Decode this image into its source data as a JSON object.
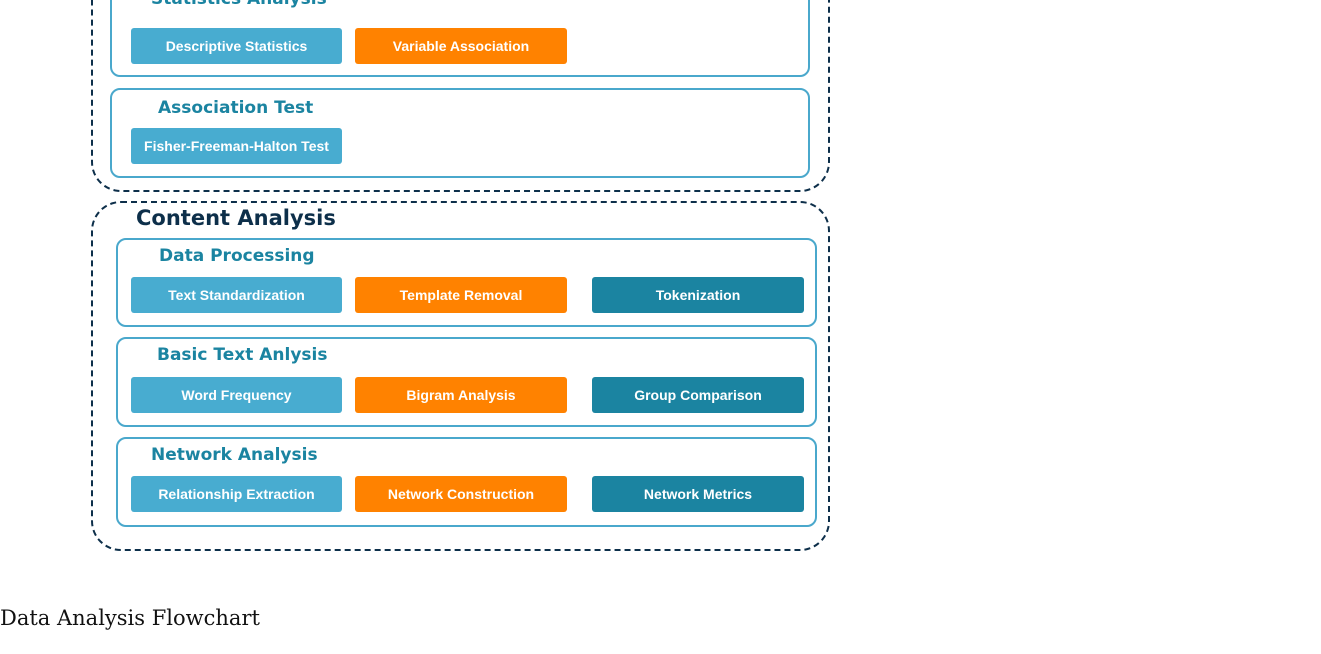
{
  "diagram": {
    "top_groups": [
      {
        "title": "Statistics Analysis",
        "items": [
          "Descriptive Statistics",
          "Variable Association"
        ]
      },
      {
        "title": "Association Test",
        "items": [
          "Fisher-Freeman-Halton Test"
        ]
      }
    ],
    "content_analysis": {
      "title": "Content Analysis",
      "groups": [
        {
          "title": "Data Processing",
          "items": [
            "Text Standardization",
            "Template Removal",
            "Tokenization"
          ]
        },
        {
          "title": "Basic Text Anlysis",
          "items": [
            "Word Frequency",
            "Bigram Analysis",
            "Group Comparison"
          ]
        },
        {
          "title": "Network Analysis",
          "items": [
            "Relationship Extraction",
            "Network Construction",
            "Network Metrics"
          ]
        }
      ]
    }
  },
  "caption": "Data Analysis Flowchart",
  "colors": {
    "dashed_border": "#0d2f4a",
    "group_border": "#4aa8cc",
    "group_title": "#1b84a1",
    "box_light_blue": "#48acd0",
    "box_orange": "#ff8200",
    "box_teal": "#1b84a1"
  }
}
